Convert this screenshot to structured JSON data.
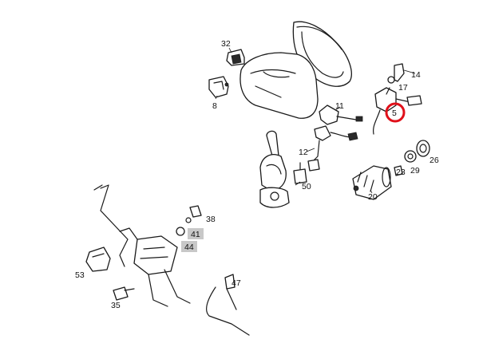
{
  "labels": {
    "p32": "32",
    "p8": "8",
    "p11": "11",
    "p12": "12",
    "p50": "50",
    "p14": "14",
    "p17": "17",
    "p5": "5",
    "p20": "20",
    "p23": "23",
    "p29": "29",
    "p26": "26",
    "p38": "38",
    "p41": "41",
    "p44": "44",
    "p53": "53",
    "p35": "35",
    "p47": "47"
  },
  "highlighted_part": "5",
  "colors": {
    "highlight": "#e0101a",
    "label_backdrop": "#c8c8c8",
    "line": "#1a1a1a"
  }
}
